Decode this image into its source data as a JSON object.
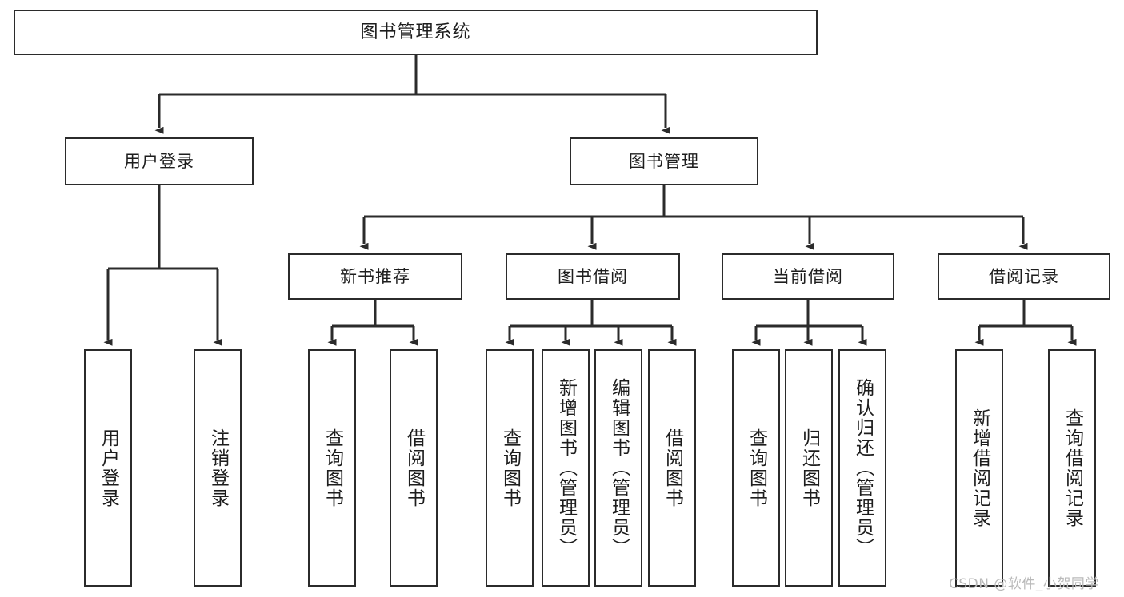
{
  "diagram": {
    "type": "hierarchy-tree",
    "title": "图书管理系统",
    "levels": 3,
    "nodes": {
      "root": {
        "label": "图书管理系统"
      },
      "level2": [
        {
          "id": "user-login",
          "label": "用户登录"
        },
        {
          "id": "book-management",
          "label": "图书管理"
        }
      ],
      "level3": [
        {
          "id": "new-book-recommend",
          "label": "新书推荐",
          "parent": "book-management"
        },
        {
          "id": "book-borrow",
          "label": "图书借阅",
          "parent": "book-management"
        },
        {
          "id": "current-borrow",
          "label": "当前借阅",
          "parent": "book-management"
        },
        {
          "id": "borrow-record",
          "label": "借阅记录",
          "parent": "book-management"
        }
      ],
      "leaves": [
        {
          "id": "leaf-user-login",
          "label": "用户登录",
          "parent": "user-login"
        },
        {
          "id": "leaf-logout-login",
          "label": "注销登录",
          "parent": "user-login"
        },
        {
          "id": "leaf-query-book-1",
          "label": "查询图书",
          "parent": "new-book-recommend"
        },
        {
          "id": "leaf-borrow-book-1",
          "label": "借阅图书",
          "parent": "new-book-recommend"
        },
        {
          "id": "leaf-query-book-2",
          "label": "查询图书",
          "parent": "book-borrow"
        },
        {
          "id": "leaf-add-book",
          "label": "新增图书（管理员）",
          "parent": "book-borrow"
        },
        {
          "id": "leaf-edit-book",
          "label": "编辑图书（管理员）",
          "parent": "book-borrow"
        },
        {
          "id": "leaf-borrow-book-2",
          "label": "借阅图书",
          "parent": "book-borrow"
        },
        {
          "id": "leaf-query-book-3",
          "label": "查询图书",
          "parent": "current-borrow"
        },
        {
          "id": "leaf-return-book",
          "label": "归还图书",
          "parent": "current-borrow"
        },
        {
          "id": "leaf-confirm-return",
          "label": "确认归还（管理员）",
          "parent": "current-borrow"
        },
        {
          "id": "leaf-add-borrow-record",
          "label": "新增借阅记录",
          "parent": "borrow-record"
        },
        {
          "id": "leaf-query-borrow-record",
          "label": "查询借阅记录",
          "parent": "borrow-record"
        }
      ]
    },
    "colors": {
      "box_border": "#2b2b2b",
      "box_fill": "#ffffff",
      "connector": "#2b2b2b",
      "text": "#1d1d1d",
      "watermark": "#b9b9b9",
      "background": "#ffffff"
    }
  },
  "watermark": {
    "text": "CSDN @软件_小贺同学"
  }
}
